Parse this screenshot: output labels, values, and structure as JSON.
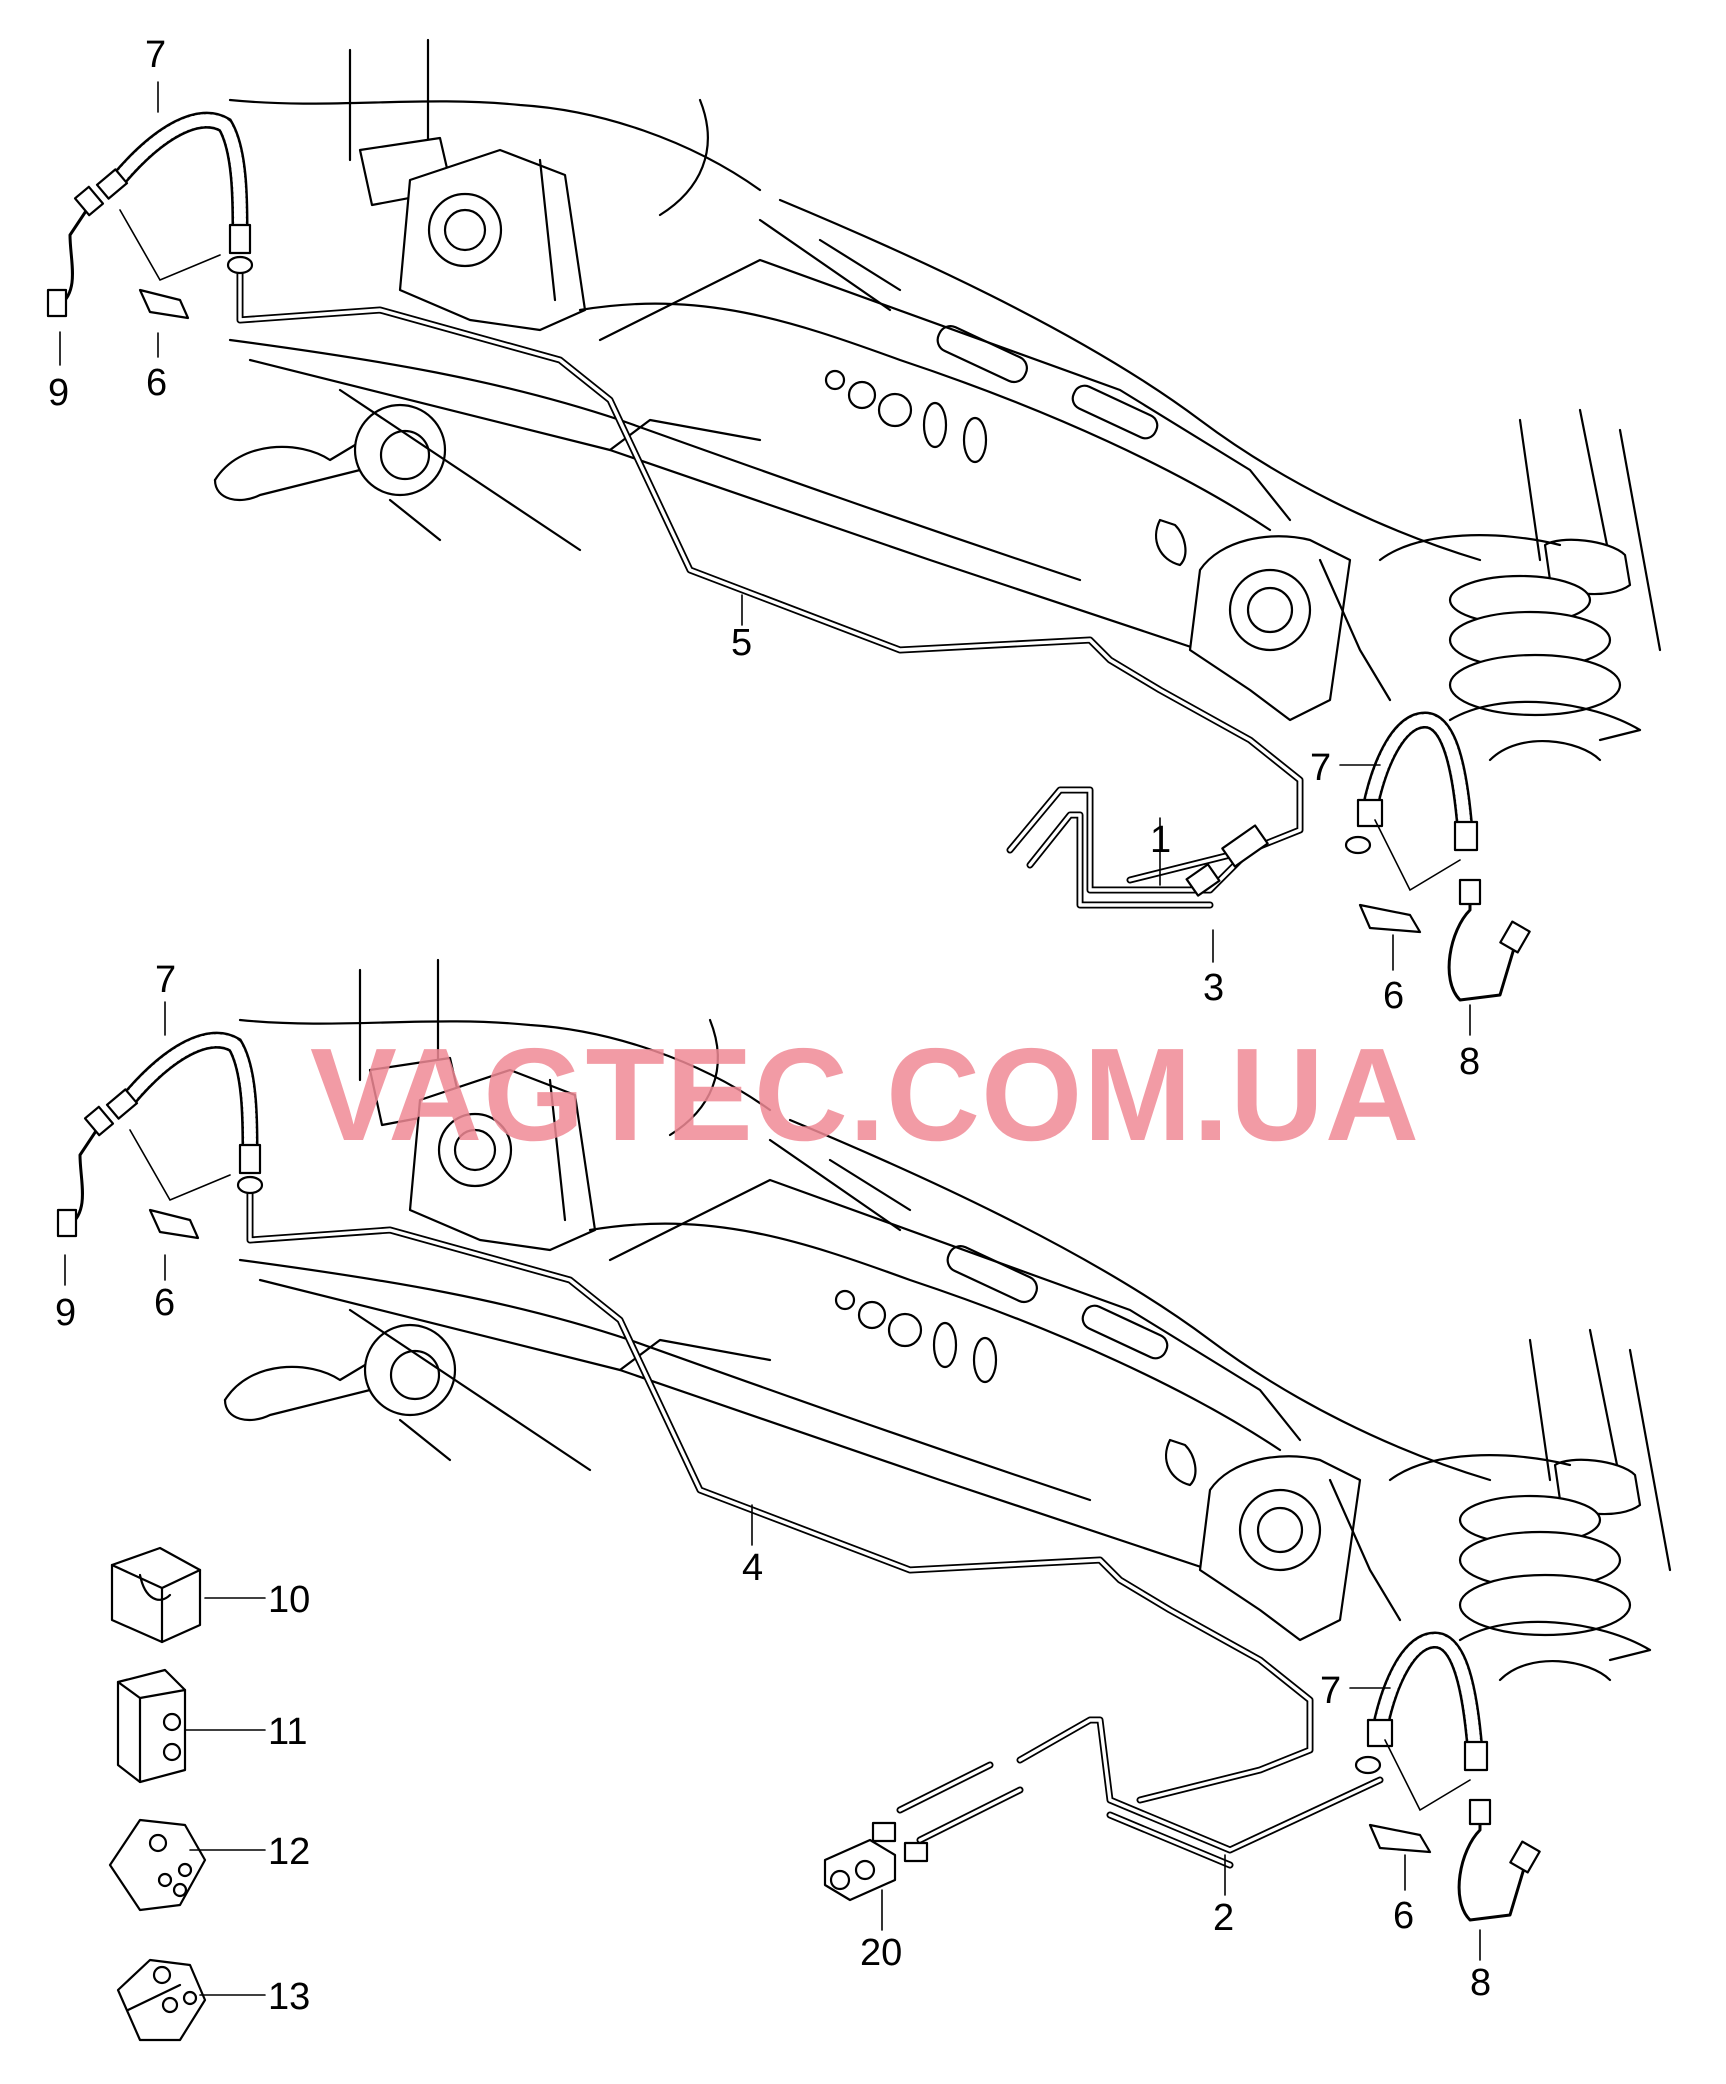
{
  "watermark": {
    "text": "VAGTEC.COM.UA",
    "color": "#f08a95"
  },
  "callouts": {
    "c1": "1",
    "c2": "2",
    "c3": "3",
    "c4": "4",
    "c5": "5",
    "c6a": "6",
    "c6b": "6",
    "c6c": "6",
    "c6d": "6",
    "c7a": "7",
    "c7b": "7",
    "c7c": "7",
    "c7d": "7",
    "c8a": "8",
    "c8b": "8",
    "c9a": "9",
    "c9b": "9",
    "c10": "10",
    "c11": "11",
    "c12": "12",
    "c13": "13",
    "c20": "20"
  },
  "icons": [
    "axle-beam-icon",
    "brake-pipe-icon",
    "brake-hose-icon",
    "pipe-clip-icon",
    "pipe-holder-icon",
    "shock-absorber-icon",
    "coil-spring-icon"
  ]
}
